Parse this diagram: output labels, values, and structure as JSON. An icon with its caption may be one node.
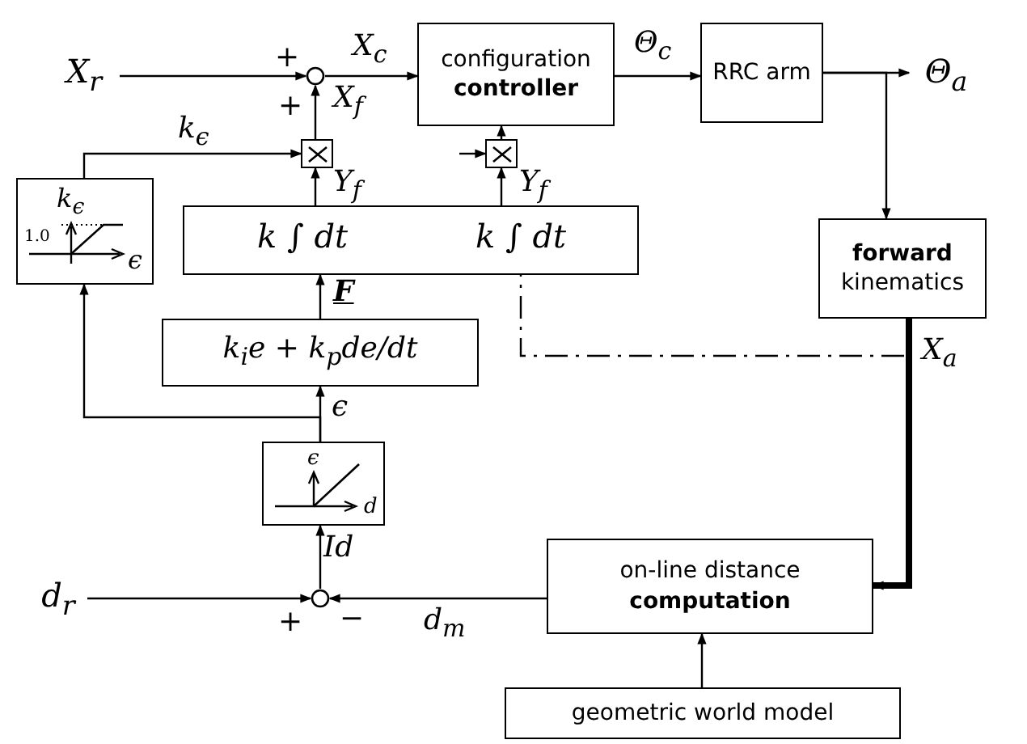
{
  "diagram": {
    "nodes": [
      {
        "text": [
          "X$_{r}$"
        ]
      },
      {
        "text": [],
        "shape": "circle"
      },
      {
        "text": [
          "configuration **controller**"
        ]
      },
      {
        "text": [
          "RRC arm"
        ]
      },
      {
        "text": [
          "Θ$_{a}$"
        ]
      },
      {
        "text": [
          "**forward** kinematics"
        ]
      },
      {
        "text": [],
        "shape": "box"
      },
      {
        "text": [],
        "shape": "box"
      },
      {
        "text": [
          "k ∫ dt",
          "k ∫ dt"
        ]
      },
      {
        "text": [
          "k$_{ϵ}$",
          "1.0",
          "ϵ"
        ]
      },
      {
        "text": [
          "k$_{i}$e + k$_{p}$de/dt"
        ]
      },
      {
        "text": [
          "ϵ",
          "d"
        ]
      },
      {
        "text": [],
        "shape": "circle"
      },
      {
        "text": [
          "d$_{r}$"
        ]
      },
      {
        "text": [
          "on-line distance **computation**"
        ]
      },
      {
        "text": [
          "geometric world model"
        ]
      }
    ],
    "edges": [
      {
        "from": 0,
        "to": 1,
        "arrow": "to"
      },
      {
        "from": 1,
        "to": 2,
        "arrow": "to",
        "label": "X$_{c}$"
      },
      {
        "from": 2,
        "to": 3,
        "arrow": "to",
        "label": "Θ$_{c}$"
      },
      {
        "from": 3,
        "to": 4,
        "arrow": "to"
      },
      {
        "from": 3,
        "to": 5,
        "arrow": "to"
      },
      {
        "from": 5,
        "to": 14,
        "arrow": "to",
        "style": "thick",
        "label": "X$_{a}$"
      },
      {
        "from": 5,
        "to": 8,
        "arrow": "none",
        "style": "dashed"
      },
      {
        "from": 6,
        "to": 1,
        "arrow": "to",
        "label": "X$_{f}$"
      },
      {
        "from": 8,
        "to": 6,
        "arrow": "to",
        "label": "Y$_{f}$"
      },
      {
        "from": 8,
        "to": 7,
        "arrow": "to",
        "label": "Y$_{f}$"
      },
      {
        "from": 7,
        "to": 2,
        "arrow": "to"
      },
      {
        "from": null,
        "to": 7,
        "arrow": "to"
      },
      {
        "from": 9,
        "to": 6,
        "arrow": "to",
        "label": "k$_{ϵ}$"
      },
      {
        "from": 10,
        "to": 8,
        "arrow": "to",
        "label": "F"
      },
      {
        "from": 11,
        "to": 10,
        "arrow": "to",
        "label": "ϵ"
      },
      {
        "from": 11,
        "to": 9,
        "arrow": "to"
      },
      {
        "from": 12,
        "to": 11,
        "arrow": "to",
        "label": "Id"
      },
      {
        "from": 13,
        "to": 12,
        "arrow": "to"
      },
      {
        "from": 14,
        "to": 12,
        "arrow": "to",
        "label": "d$_{m}$"
      },
      {
        "from": 15,
        "to": 14,
        "arrow": "to"
      }
    ],
    "labels": [
      "+",
      "+",
      "+",
      "−"
    ]
  }
}
